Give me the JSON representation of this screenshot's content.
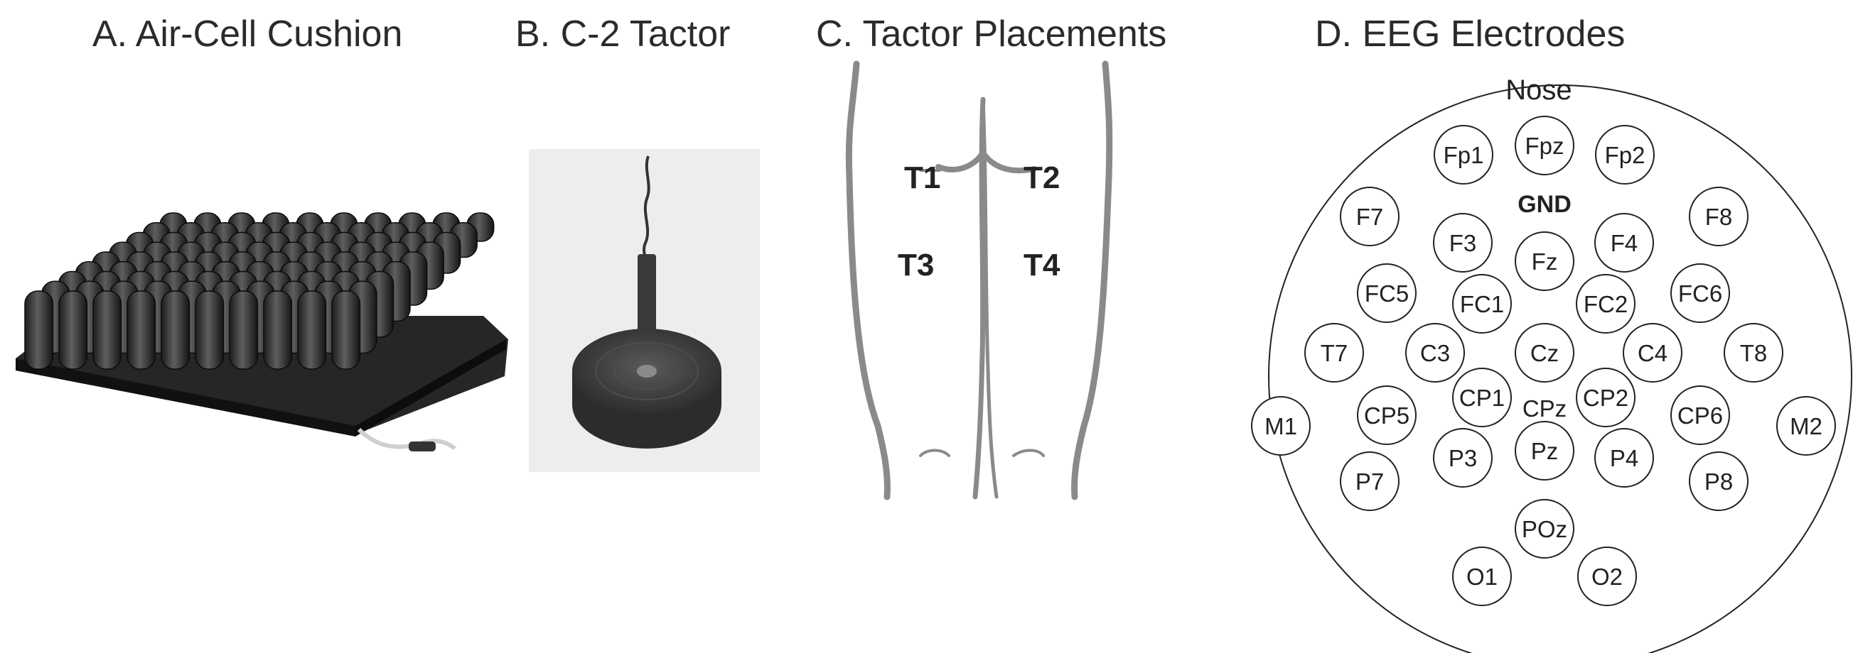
{
  "panels": {
    "a": {
      "title": "A. Air-Cell Cushion"
    },
    "b": {
      "title": "B. C-2 Tactor"
    },
    "c": {
      "title": "C. Tactor Placements",
      "labels": [
        "T1",
        "T2",
        "T3",
        "T4"
      ]
    },
    "d": {
      "title": "D. EEG Electrodes",
      "nose_label": "Nose",
      "ground_label": "GND",
      "electrodes": [
        "Fpz",
        "Fp1",
        "Fp2",
        "F7",
        "F3",
        "Fz",
        "F4",
        "F8",
        "FC5",
        "FC1",
        "FC2",
        "FC6",
        "T7",
        "C3",
        "Cz",
        "C4",
        "T8",
        "M1",
        "CP5",
        "CP1",
        "CPz",
        "CP2",
        "CP6",
        "M2",
        "P7",
        "P3",
        "Pz",
        "P4",
        "P8",
        "POz",
        "O1",
        "O2"
      ]
    }
  }
}
